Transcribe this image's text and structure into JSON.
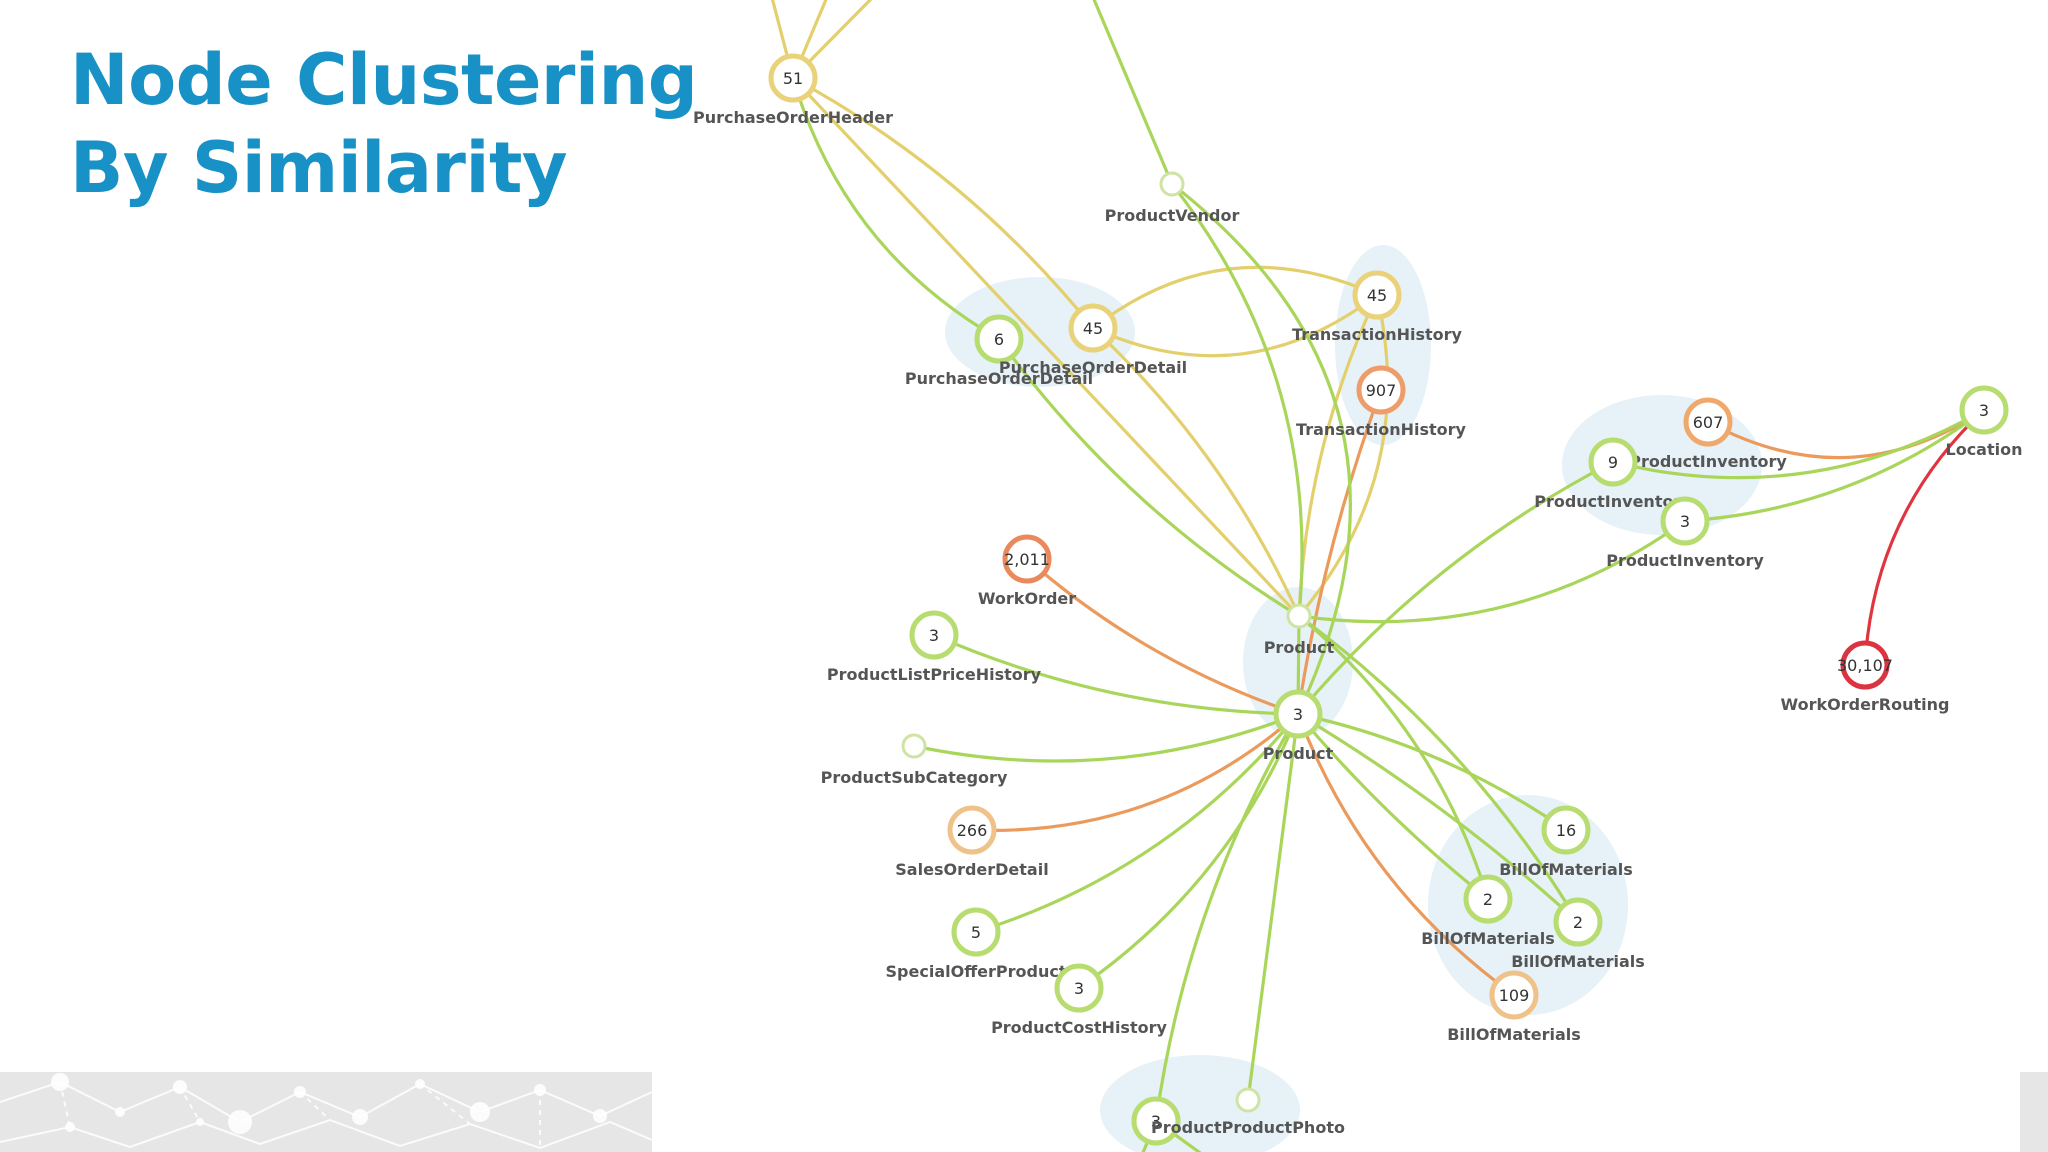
{
  "slide": {
    "title_line1": "Node Clustering",
    "title_line2": "By Similarity"
  },
  "colors": {
    "title": "#1791c6",
    "edge_green": "#a9d65a",
    "edge_yellow": "#e3cf6b",
    "edge_orange": "#eb9a5c",
    "edge_red": "#e0353f",
    "cluster": "#e3f1f7"
  },
  "graph": {
    "nodes": [
      {
        "id": "poh",
        "count": "51",
        "label": "PurchaseOrderHeader",
        "color": "#e9d27a"
      },
      {
        "id": "pv",
        "count": "",
        "label": "ProductVendor",
        "color": "#cfe3a3"
      },
      {
        "id": "pod6",
        "count": "6",
        "label": "PurchaseOrderDetail",
        "color": "#b7dc6f"
      },
      {
        "id": "pod45",
        "count": "45",
        "label": "PurchaseOrderDetail",
        "color": "#e9d27a"
      },
      {
        "id": "th45",
        "count": "45",
        "label": "TransactionHistory",
        "color": "#e9d27a"
      },
      {
        "id": "th907",
        "count": "907",
        "label": "TransactionHistory",
        "color": "#ee9d6a"
      },
      {
        "id": "pi607",
        "count": "607",
        "label": "ProductInventory",
        "color": "#efa96d"
      },
      {
        "id": "pi9",
        "count": "9",
        "label": "ProductInventory",
        "color": "#b7dc6f"
      },
      {
        "id": "pi3",
        "count": "3",
        "label": "ProductInventory",
        "color": "#b7dc6f"
      },
      {
        "id": "loc",
        "count": "3",
        "label": "Location",
        "color": "#b7dc6f"
      },
      {
        "id": "wo",
        "count": "2,011",
        "label": "WorkOrder",
        "color": "#ea8a5c"
      },
      {
        "id": "wor",
        "count": "30,107",
        "label": "WorkOrderRouting",
        "color": "#dc3340"
      },
      {
        "id": "prodTop",
        "count": "",
        "label": "Product",
        "color": "#cfe3a3"
      },
      {
        "id": "plph",
        "count": "3",
        "label": "ProductListPriceHistory",
        "color": "#b7dc6f"
      },
      {
        "id": "psc",
        "count": "",
        "label": "ProductSubCategory",
        "color": "#cfe3a3"
      },
      {
        "id": "prod3",
        "count": "3",
        "label": "Product",
        "color": "#b7dc6f"
      },
      {
        "id": "sod",
        "count": "266",
        "label": "SalesOrderDetail",
        "color": "#efc28a"
      },
      {
        "id": "sop",
        "count": "5",
        "label": "SpecialOfferProduct",
        "color": "#b7dc6f"
      },
      {
        "id": "pch",
        "count": "3",
        "label": "ProductCostHistory",
        "color": "#b7dc6f"
      },
      {
        "id": "bom16",
        "count": "16",
        "label": "BillOfMaterials",
        "color": "#b7dc6f"
      },
      {
        "id": "bom2a",
        "count": "2",
        "label": "BillOfMaterials",
        "color": "#b7dc6f"
      },
      {
        "id": "bom2b",
        "count": "2",
        "label": "BillOfMaterials",
        "color": "#b7dc6f"
      },
      {
        "id": "bom109",
        "count": "109",
        "label": "BillOfMaterials",
        "color": "#efc28a"
      },
      {
        "id": "ppp3",
        "count": "3",
        "label": "",
        "color": "#b7dc6f"
      },
      {
        "id": "ppp",
        "count": "",
        "label": "ProductProductPhoto",
        "color": "#cfe3a3"
      }
    ]
  }
}
